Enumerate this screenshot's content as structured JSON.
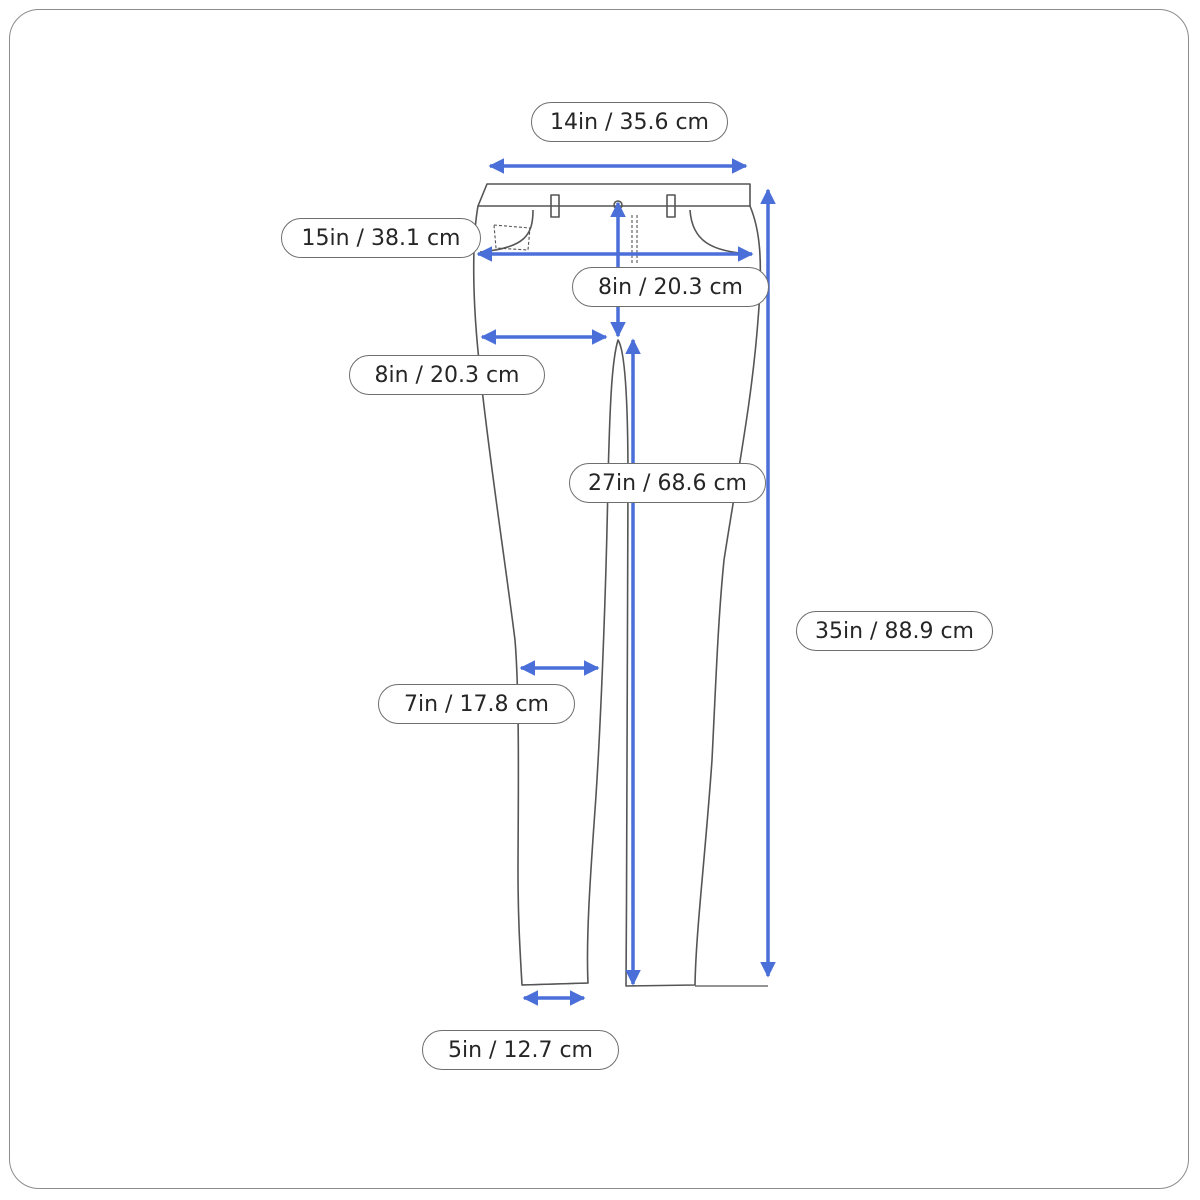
{
  "diagram": {
    "measurements": {
      "waist": "14in / 35.6 cm",
      "hip": "15in / 38.1 cm",
      "front_rise": "8in / 20.3 cm",
      "thigh": "8in / 20.3 cm",
      "inseam": "27in / 68.6 cm",
      "outseam": "35in / 88.9 cm",
      "knee": "7in / 17.8 cm",
      "leg_opening": "5in / 12.7 cm"
    },
    "colors": {
      "arrow": "#4a6fd8",
      "outline": "#555555",
      "label_border": "#6e6e6e"
    }
  }
}
